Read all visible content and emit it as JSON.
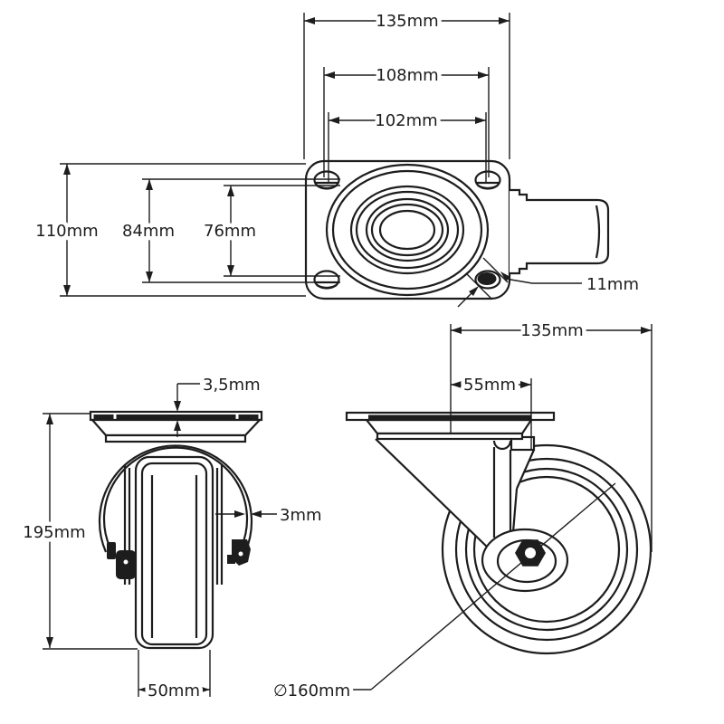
{
  "drawing": {
    "background": "#ffffff",
    "line_color": "#1d1d1d",
    "views": {
      "top": {
        "plate_width": "135mm",
        "hole_pitch_x_outer": "108mm",
        "hole_pitch_x_inner": "102mm",
        "plate_depth": "110mm",
        "hole_pitch_y_outer": "84mm",
        "hole_pitch_y_inner": "76mm",
        "hole_size": "11mm"
      },
      "front": {
        "plate_thickness": "3,5mm",
        "fork_thickness": "3mm",
        "overall_height": "195mm",
        "wheel_width": "50mm"
      },
      "side": {
        "overall_length": "135mm",
        "swivel_offset": "55mm",
        "wheel_diameter": "∅160mm"
      }
    }
  }
}
